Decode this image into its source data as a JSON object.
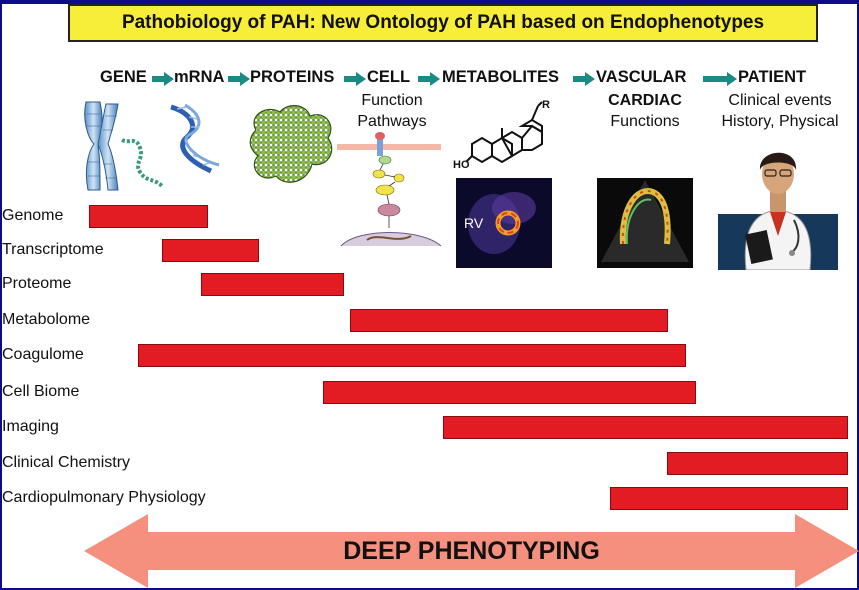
{
  "title": "Pathobiology of PAH: New Ontology of PAH based on Endophenotypes",
  "stages": {
    "gene": "GENE",
    "mrna": "mRNA",
    "proteins": "PROTEINS",
    "cell": "CELL",
    "metabolites": "METABOLITES",
    "vascular": "VASCULAR",
    "patient": "PATIENT"
  },
  "subtitles": {
    "cell_line1": "Function",
    "cell_line2": "Pathways",
    "cardiac": "CARDIAC",
    "functions": "Functions",
    "patient_line1": "Clinical events",
    "patient_line2": "History, Physical"
  },
  "image_labels": {
    "rv": "RV",
    "ho": "HO",
    "r": "R"
  },
  "colors": {
    "title_bg": "#f7ee3a",
    "bar": "#e31c23",
    "stage_arrow": "#1a8a84",
    "banner_arrow": "#f4907d",
    "frame": "#0c0c8a"
  },
  "rows": [
    {
      "label": "Genome",
      "start_stage": "GENE",
      "end_stage": "mRNA"
    },
    {
      "label": "Transcriptome",
      "start_stage": "mRNA",
      "end_stage": "PROTEINS"
    },
    {
      "label": "Proteome",
      "start_stage": "mRNA",
      "end_stage": "PROTEINS"
    },
    {
      "label": "Metabolome",
      "start_stage": "CELL",
      "end_stage": "VASCULAR"
    },
    {
      "label": "Coagulome",
      "start_stage": "GENE",
      "end_stage": "VASCULAR"
    },
    {
      "label": "Cell Biome",
      "start_stage": "PROTEINS",
      "end_stage": "VASCULAR"
    },
    {
      "label": "Imaging",
      "start_stage": "METABOLITES",
      "end_stage": "PATIENT"
    },
    {
      "label": "Clinical Chemistry",
      "start_stage": "VASCULAR",
      "end_stage": "PATIENT"
    },
    {
      "label": "Cardiopulmonary Physiology",
      "start_stage": "VASCULAR",
      "end_stage": "PATIENT"
    }
  ],
  "banner": "DEEP PHENOTYPING"
}
